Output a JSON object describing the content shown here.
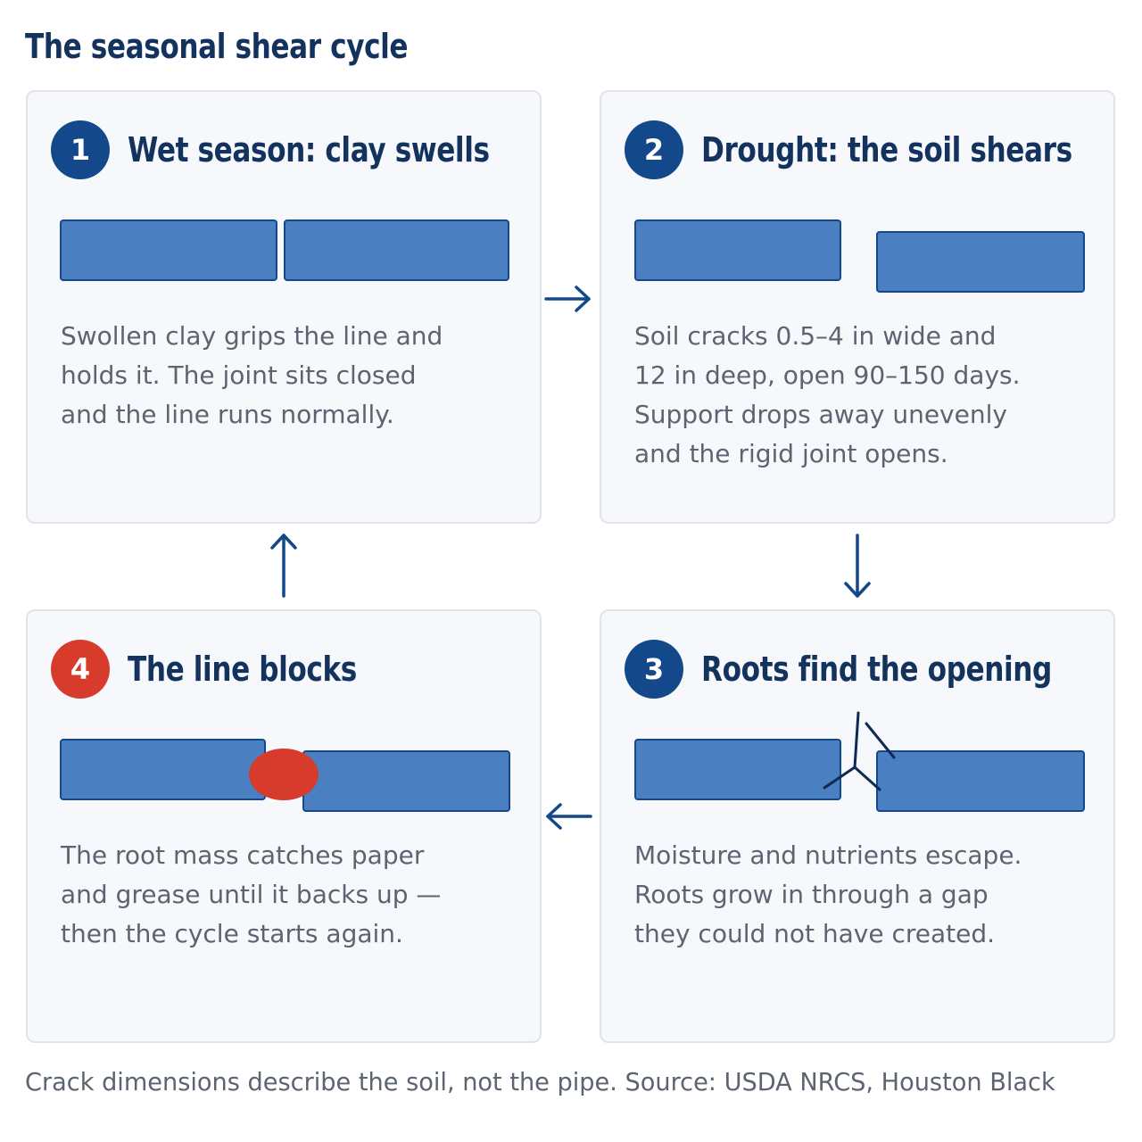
{
  "title": "The seasonal shear cycle",
  "panels": [
    {
      "number": "1",
      "heading": "Wet season: clay swells",
      "lines": [
        "Swollen clay grips the line and",
        "holds it. The joint sits closed",
        "and the line runs normally."
      ]
    },
    {
      "number": "2",
      "heading": "Drought: the soil shears",
      "lines": [
        "Soil cracks 0.5–4 in wide and",
        "12 in deep, open 90–150 days.",
        "Support drops away unevenly",
        "and the rigid joint opens."
      ]
    },
    {
      "number": "3",
      "heading": "Roots find the opening",
      "lines": [
        "Moisture and nutrients escape.",
        "Roots grow in through a gap",
        "they could not have created."
      ]
    },
    {
      "number": "4",
      "heading": "The line blocks",
      "lines": [
        "The root mass catches paper",
        "and grease until it backs up —",
        "then the cycle starts again."
      ]
    }
  ],
  "footer": "Crack dimensions describe the soil, not the pipe. Source: USDA NRCS, Houston Black",
  "colors": {
    "navy": "#13498a",
    "heading": "#13325e",
    "pipe_fill": "#4a7fc1",
    "alert_red": "#d63b2c",
    "panel_bg": "#f6f8fb",
    "text_gray": "#5b6470"
  },
  "icons": {
    "flow_arrows": [
      "arrow-right-icon",
      "arrow-down-icon",
      "arrow-left-icon",
      "arrow-up-icon"
    ]
  }
}
